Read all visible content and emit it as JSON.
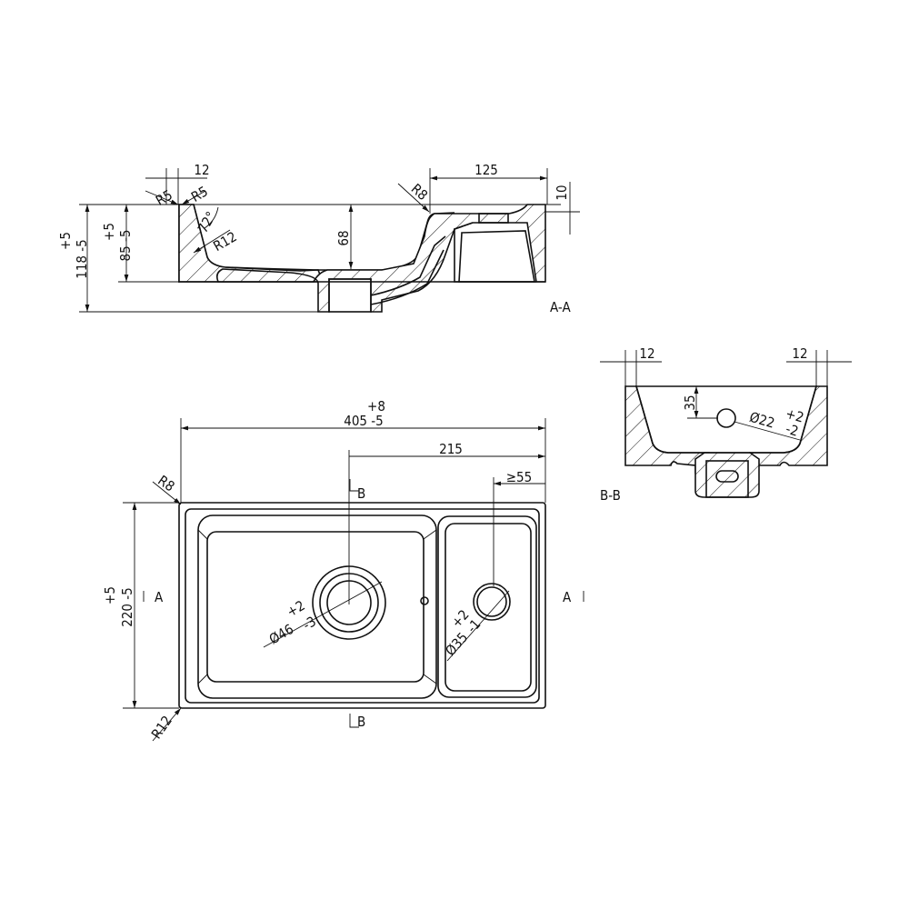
{
  "section_aa": {
    "title": "A-A",
    "dim_top_width": "12",
    "radius_left_outer": "R5",
    "radius_left_inner": "R5",
    "angle": "72°",
    "radius_bowl": "R12",
    "depth": "68",
    "shelf_width": "125",
    "radius_right": "R8",
    "shelf_depth": "10",
    "total_height_tol": "+5",
    "total_height": "118 -5",
    "body_height_tol": "+5",
    "body_height": "85 -5"
  },
  "section_bb": {
    "title": "B-B",
    "wall_left": "12",
    "wall_right": "12",
    "hole_depth": "35",
    "hole_diameter": "Ø22",
    "hole_tol_plus": "+2",
    "hole_tol_minus": "-2"
  },
  "plan": {
    "width_tol": "+8",
    "width": "405 -5",
    "drain_offset": "215",
    "tap_offset": "≥55",
    "corner_radius_top": "R8",
    "corner_radius_bottom": "R12",
    "section_b_top": "B",
    "section_b_bottom": "B",
    "section_a_left": "A",
    "section_a_right": "A",
    "depth_tol": "+5",
    "depth": "220 -5",
    "drain_diameter": "Ø46",
    "drain_tol_plus": "+2",
    "drain_tol_minus": "-3",
    "tap_diameter": "Ø35",
    "tap_tol_plus": "+2",
    "tap_tol_minus": "-1"
  }
}
